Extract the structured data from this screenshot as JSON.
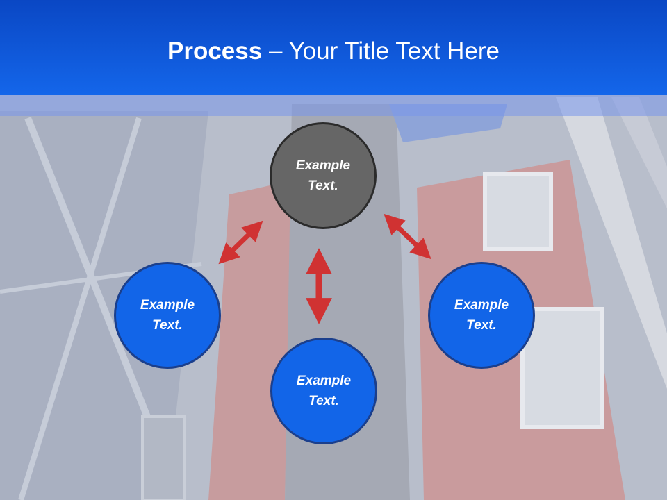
{
  "title": {
    "bold": "Process",
    "rest": " – Your Title Text Here"
  },
  "nodes": {
    "top": {
      "line1": "Example",
      "line2": "Text."
    },
    "left": {
      "line1": "Example",
      "line2": "Text."
    },
    "bottom": {
      "line1": "Example",
      "line2": "Text."
    },
    "right": {
      "line1": "Example",
      "line2": "Text."
    }
  },
  "colors": {
    "header": "#1466ea",
    "node_blue": "#1265e8",
    "node_gray": "#666666",
    "arrow": "#d03232"
  }
}
